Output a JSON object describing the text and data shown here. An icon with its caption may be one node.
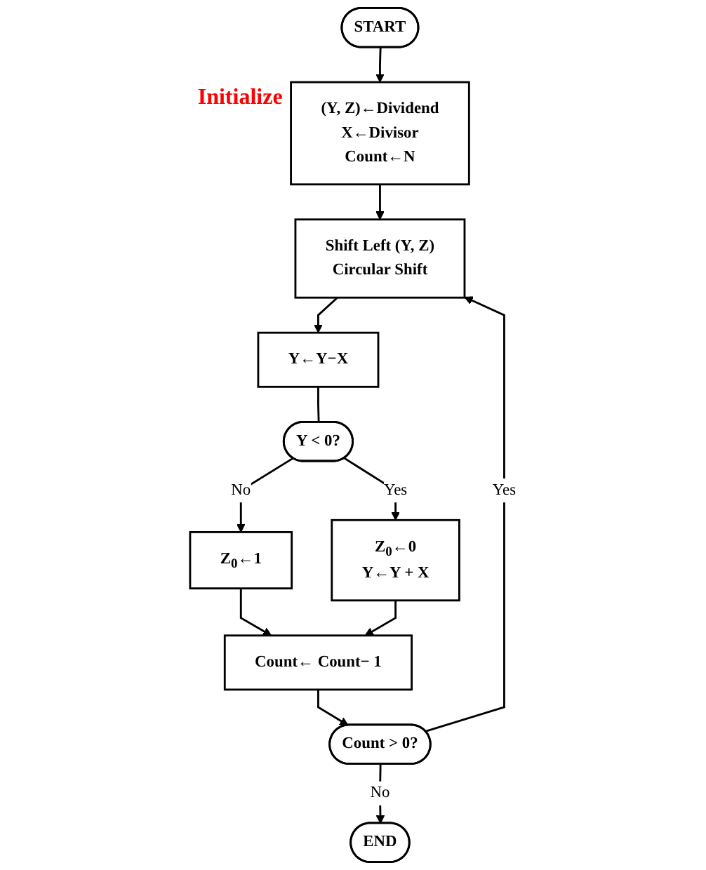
{
  "diagram": {
    "nodes": [
      {
        "text": [
          "START"
        ]
      },
      {
        "text": [
          "(Y, Z)←Dividend",
          "X←Divisor",
          "Count←N"
        ],
        "beside": [
          "Initialize"
        ]
      },
      {
        "text": [
          "Shift Left (Y, Z)",
          "Circular Shift"
        ]
      },
      {
        "text": [
          "Y←Y−X"
        ]
      },
      {
        "text": [
          "Y < 0?"
        ]
      },
      {
        "text": [
          "Z$_{0}$←1"
        ]
      },
      {
        "text": [
          "Z$_{0}$←0",
          "Y←Y + X"
        ]
      },
      {
        "text": [
          "Count← Count− 1"
        ]
      },
      {
        "text": [
          "Count > 0?"
        ]
      },
      {
        "text": [
          "END"
        ]
      }
    ],
    "edges": [
      {
        "from": 0,
        "to": 1,
        "arrow": "to"
      },
      {
        "from": 1,
        "to": 2,
        "arrow": "to"
      },
      {
        "from": 2,
        "to": 3,
        "arrow": "to"
      },
      {
        "from": 3,
        "to": 4,
        "arrow": "none"
      },
      {
        "from": 4,
        "to": 5,
        "label": "No",
        "arrow": "to"
      },
      {
        "from": 4,
        "to": 6,
        "label": "Yes",
        "arrow": "to"
      },
      {
        "from": 5,
        "to": 7,
        "arrow": "to"
      },
      {
        "from": 6,
        "to": 7,
        "arrow": "to"
      },
      {
        "from": 7,
        "to": 8,
        "arrow": "to"
      },
      {
        "from": 8,
        "to": 2,
        "label": "Yes",
        "arrow": "to"
      },
      {
        "from": 8,
        "to": 9,
        "label": "No",
        "arrow": "to"
      }
    ]
  }
}
